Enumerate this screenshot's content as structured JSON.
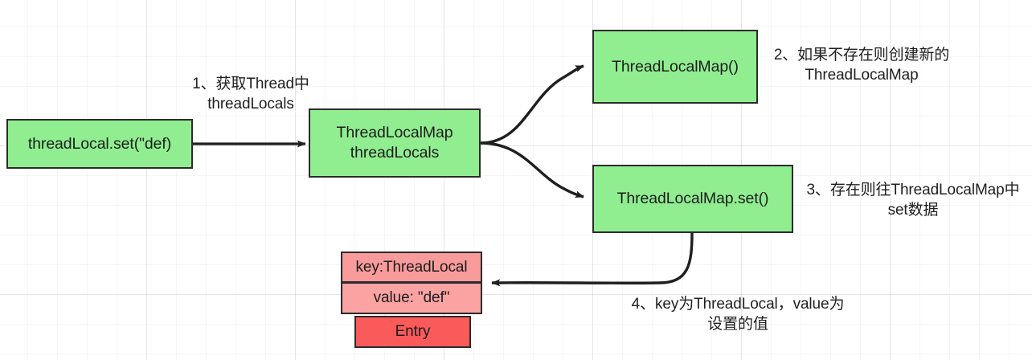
{
  "diagram": {
    "title": "ThreadLocal set flow",
    "colors": {
      "node_fill": "#90ee90",
      "node_border": "#2b2b2b",
      "entry_key_fill": "#f99b9b",
      "entry_value_fill": "#fba3a3",
      "entry_label_fill": "#fb5a5a",
      "edge": "#1f1f1f",
      "grid": "#e8ecf1"
    },
    "nodes": [
      {
        "id": "threadlocal-set",
        "label": "threadLocal.set(\"def)"
      },
      {
        "id": "threadlocalmap-field",
        "label": "ThreadLocalMap\nthreadLocals"
      },
      {
        "id": "threadlocalmap-ctor",
        "label": "ThreadLocalMap()"
      },
      {
        "id": "threadlocalmap-set",
        "label": "ThreadLocalMap.set()"
      }
    ],
    "entry": {
      "key": "key:ThreadLocal",
      "value": "value: \"def\"",
      "label": "Entry"
    },
    "annotations": [
      {
        "id": "note-1",
        "text": "1、获取Thread中\nthreadLocals"
      },
      {
        "id": "note-2",
        "text": "2、如果不存在则创建新的\nThreadLocalMap"
      },
      {
        "id": "note-3",
        "text": "3、存在则往ThreadLocalMap中\nset数据"
      },
      {
        "id": "note-4",
        "text": "4、key为ThreadLocal，value为\n设置的值"
      }
    ]
  }
}
